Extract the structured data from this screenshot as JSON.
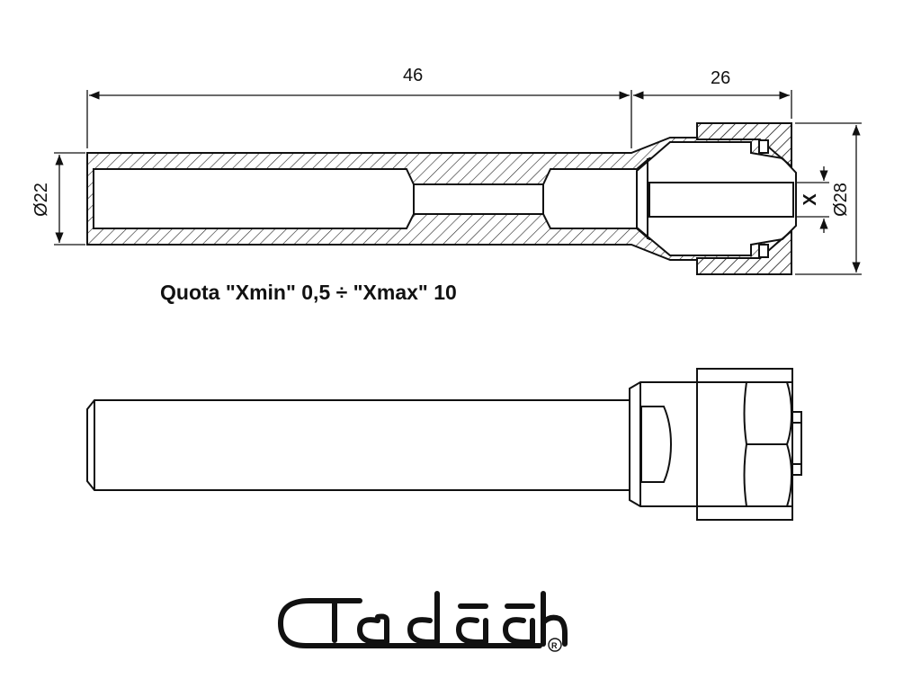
{
  "drawing": {
    "dim_length_main": "46",
    "dim_length_nut": "26",
    "dim_diameter_shank": "Ø22",
    "dim_diameter_nut": "Ø28",
    "dim_x_label": "X"
  },
  "note": "Quota \"Xmin\" 0,5 ÷ \"Xmax\" 10",
  "brand": {
    "logo_text": "Tadaah",
    "registered": "®"
  }
}
